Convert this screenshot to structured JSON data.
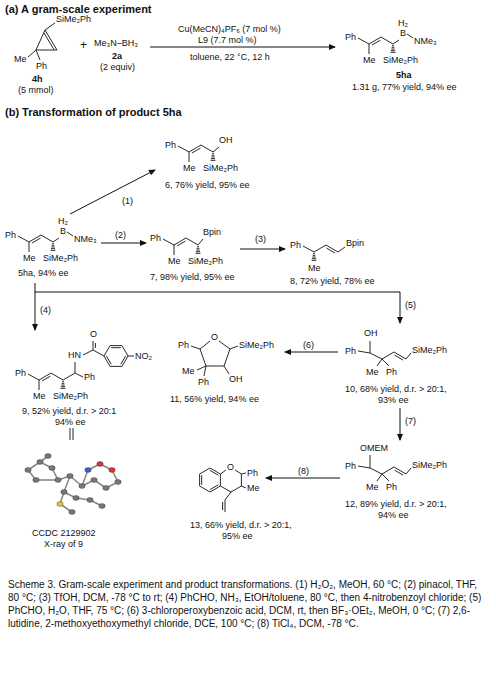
{
  "diagram": {
    "caption": "Scheme 3. Gram-scale experiment and product transformations. (1) H₂O₂, MeOH, 60 °C; (2) pinacol, THF, 80 °C; (3) TfOH, DCM, -78 °C to rt; (4) PhCHO, NH₃, EtOH/toluene, 80 °C, then 4-nitrobenzoyl chloride; (5) PhCHO, H₂O, THF, 75 °C; (6) 3-chloroperoxybenzoic acid, DCM, rt, then BF₃·OEt₂, MeOH, 0 °C; (7) 2,6-lutidine, 2-methoxyethoxymethyl chloride, DCE, 100 °C; (8) TiCl₄, DCM, -78 °C.",
    "labels": [
      "(a) A gram-scale experiment",
      "SiMe₂Ph",
      "Me",
      "Ph",
      "4h",
      "(5 mmol)",
      "+",
      "Me₃N–BH₃",
      "2a",
      "(2 equiv)",
      "Cu(MeCN)₄PF₆ (7 mol %)",
      "L9 (7.7 mol %)",
      "toluene, 22 °C, 12 h",
      "Ph",
      "Me",
      "SiMe₂Ph",
      "H₂",
      "B",
      "NMe₃",
      "5ha",
      "1.31 g, 77% yield, 94% ee",
      "(b) Transformation of product 5ha",
      "Ph",
      "Me",
      "SiMe₂Ph",
      "H₂",
      "B",
      "NMe₃",
      "5ha, 94% ee",
      "(1)",
      "Ph",
      "Me",
      "SiMe₂Ph",
      "OH",
      "6, 76% yield, 95% ee",
      "(2)",
      "Ph",
      "Me",
      "SiMe₂Ph",
      "Bpin",
      "7, 98% yield, 95% ee",
      "(3)",
      "Ph",
      "Me",
      "Bpin",
      "8, 72% yield, 78% ee",
      "(4)",
      "(5)",
      "Me",
      "SiMe₂Ph",
      "Ph",
      "HN",
      "Ph",
      "O",
      "NO₂",
      "9, 52% yield, d.r. > 20:1",
      "94% ee",
      "CCDC 2129902",
      "X-ray of 9",
      "Ph",
      "OH",
      "Me",
      "Ph",
      "SiMe₂Ph",
      "10, 68% yield, d.r. > 20:1,",
      "93% ee",
      "(6)",
      "Ph",
      "O",
      "SiMe₂Ph",
      "Me",
      "Ph",
      "OH",
      "11, 56% yield, 94% ee",
      "(7)",
      "Ph",
      "OMEM",
      "Me",
      "Ph",
      "SiMe₂Ph",
      "12, 89% yield, d.r. > 20:1,",
      "94% ee",
      "(8)",
      "O",
      "Ph",
      "Me",
      "13, 66% yield, d.r. > 20:1,",
      "95% ee"
    ]
  }
}
